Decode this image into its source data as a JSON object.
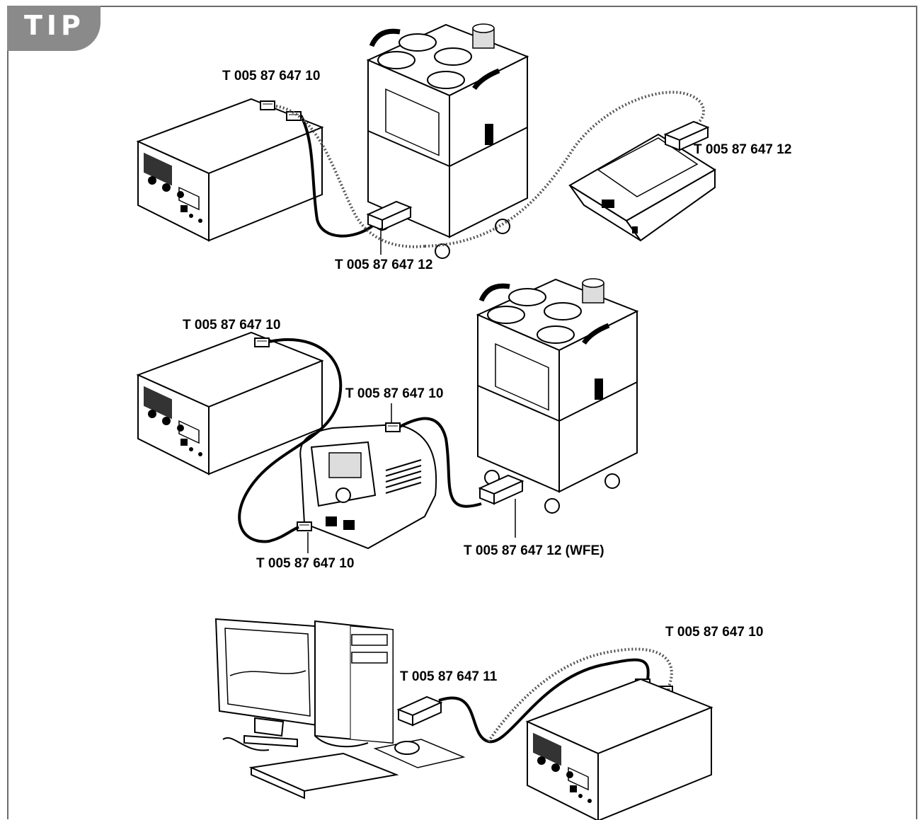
{
  "badge": {
    "label": "TIP"
  },
  "labels": {
    "top_cable_1": "T 005 87 647 10",
    "top_cable_2": "T 005 87 647 12",
    "top_cable_3": "T 005 87 647 12",
    "mid_cable_1": "T 005 87 647 10",
    "mid_cable_2": "T 005 87 647 10",
    "mid_cable_3": "T 005 87 647 10",
    "mid_cable_4": "T 005 87 647 12 (WFE)",
    "bot_cable_1": "T 005 87 647 10",
    "bot_cable_2": "T 005 87 647 11"
  },
  "colors": {
    "badge_bg": "#8a8a8a",
    "line": "#000000",
    "frame": "#6b6b6b"
  }
}
